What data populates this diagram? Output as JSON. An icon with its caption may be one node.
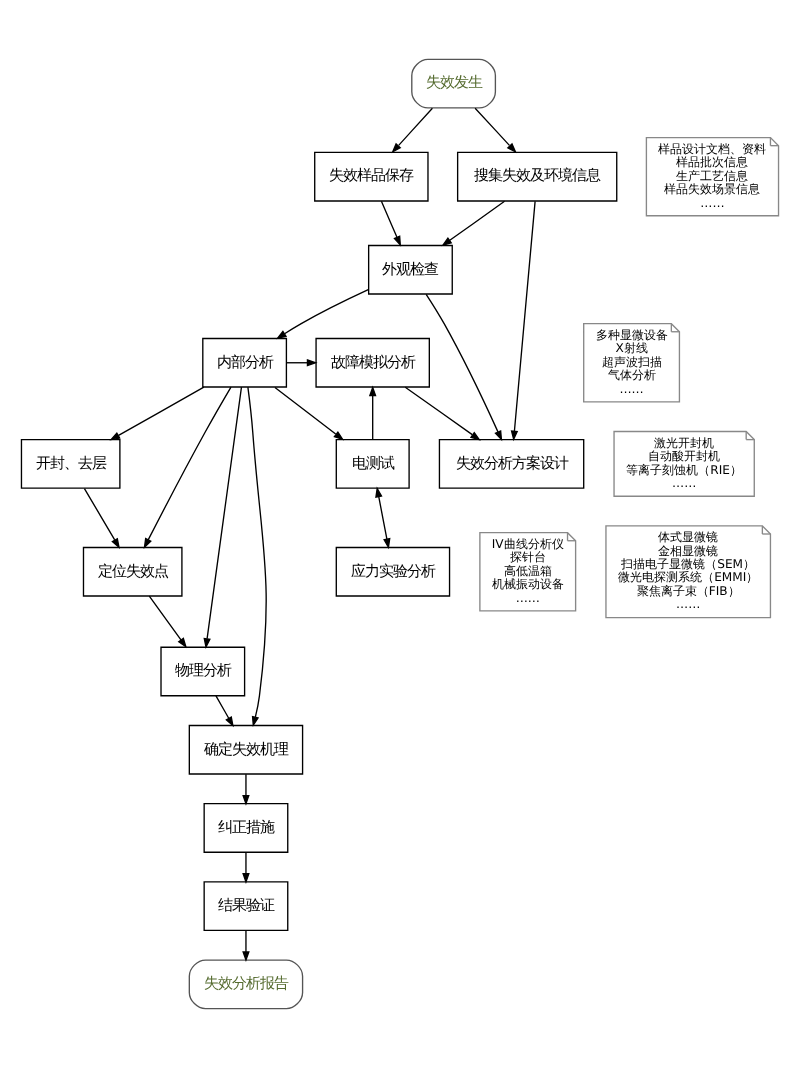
{
  "diagram": {
    "nodes": [
      {
        "text": [
          "失效发生"
        ]
      },
      {
        "text": [
          "失效样品保存"
        ]
      },
      {
        "text": [
          "搜集失效及环境信息"
        ]
      },
      {
        "text": [
          "样品设计文档、资料",
          "样品批次信息",
          "生产工艺信息",
          "样品失效场景信息",
          "……"
        ]
      },
      {
        "text": [
          "外观检查"
        ]
      },
      {
        "text": [
          "失效分析方案设计"
        ]
      },
      {
        "text": [
          "多种显微设备",
          "X射线",
          "超声波扫描",
          "气体分析",
          "……"
        ]
      },
      {
        "text": [
          "内部分析"
        ]
      },
      {
        "text": [
          "故障模拟分析"
        ]
      },
      {
        "text": [
          "电测试"
        ]
      },
      {
        "text": [
          "应力实验分析"
        ]
      },
      {
        "text": [
          "IV曲线分析仪",
          "探针台",
          "高低温箱",
          "机械振动设备",
          "……"
        ]
      },
      {
        "text": [
          "开封、去层"
        ]
      },
      {
        "text": [
          "激光开封机",
          "自动酸开封机",
          "等离子刻蚀机（RIE）",
          "……"
        ]
      },
      {
        "text": [
          "定位失效点"
        ]
      },
      {
        "text": [
          "体式显微镜",
          "金相显微镜",
          "扫描电子显微镜（SEM）",
          "微光电探测系统（EMMI）",
          "聚焦离子束（FIB）",
          "……"
        ]
      },
      {
        "text": [
          "物理分析"
        ]
      },
      {
        "text": [
          "确定失效机理"
        ]
      },
      {
        "text": [
          "纠正措施"
        ]
      },
      {
        "text": [
          "结果验证"
        ]
      },
      {
        "text": [
          "失效分析报告"
        ]
      }
    ],
    "edges": [
      {
        "from": 0,
        "to": 1,
        "arrow": "to"
      },
      {
        "from": 0,
        "to": 2,
        "arrow": "to"
      },
      {
        "from": 1,
        "to": 4,
        "arrow": "to"
      },
      {
        "from": 2,
        "to": 4,
        "arrow": "to"
      },
      {
        "from": 2,
        "to": 5,
        "arrow": "to"
      },
      {
        "from": 4,
        "to": 5,
        "arrow": "to"
      },
      {
        "from": 4,
        "to": 7,
        "arrow": "to"
      },
      {
        "from": 7,
        "to": 8,
        "arrow": "to"
      },
      {
        "from": 8,
        "to": 5,
        "arrow": "to"
      },
      {
        "from": 7,
        "to": 9,
        "arrow": "to"
      },
      {
        "from": 9,
        "to": 8,
        "arrow": "to"
      },
      {
        "from": 9,
        "to": 10,
        "arrow": "both"
      },
      {
        "from": 7,
        "to": 12,
        "arrow": "to"
      },
      {
        "from": 7,
        "to": 14,
        "arrow": "to"
      },
      {
        "from": 7,
        "to": 16,
        "arrow": "to"
      },
      {
        "from": 7,
        "to": 17,
        "arrow": "to"
      },
      {
        "from": 12,
        "to": 14,
        "arrow": "to"
      },
      {
        "from": 14,
        "to": 16,
        "arrow": "to"
      },
      {
        "from": 16,
        "to": 17,
        "arrow": "to"
      },
      {
        "from": 17,
        "to": 18,
        "arrow": "to"
      },
      {
        "from": 18,
        "to": 19,
        "arrow": "to"
      },
      {
        "from": 19,
        "to": 20,
        "arrow": "to"
      }
    ]
  }
}
